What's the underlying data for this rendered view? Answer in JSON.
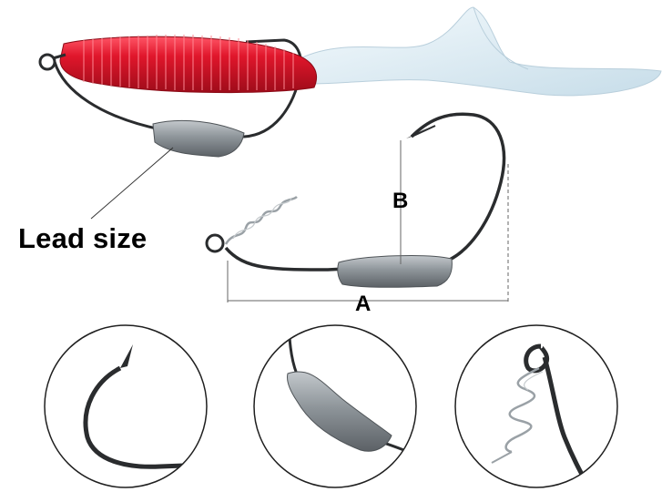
{
  "labels": {
    "lead_size": "Lead size",
    "dimension_a": "A",
    "dimension_b": "B"
  },
  "colors": {
    "worm_body": "#e0162b",
    "worm_tail": "#dfeef6",
    "lead": "#8e959a",
    "hook_wire": "#2a2c2e"
  },
  "detail_views": [
    "hook-point-detail",
    "lead-weight-detail",
    "screw-spring-detail"
  ]
}
